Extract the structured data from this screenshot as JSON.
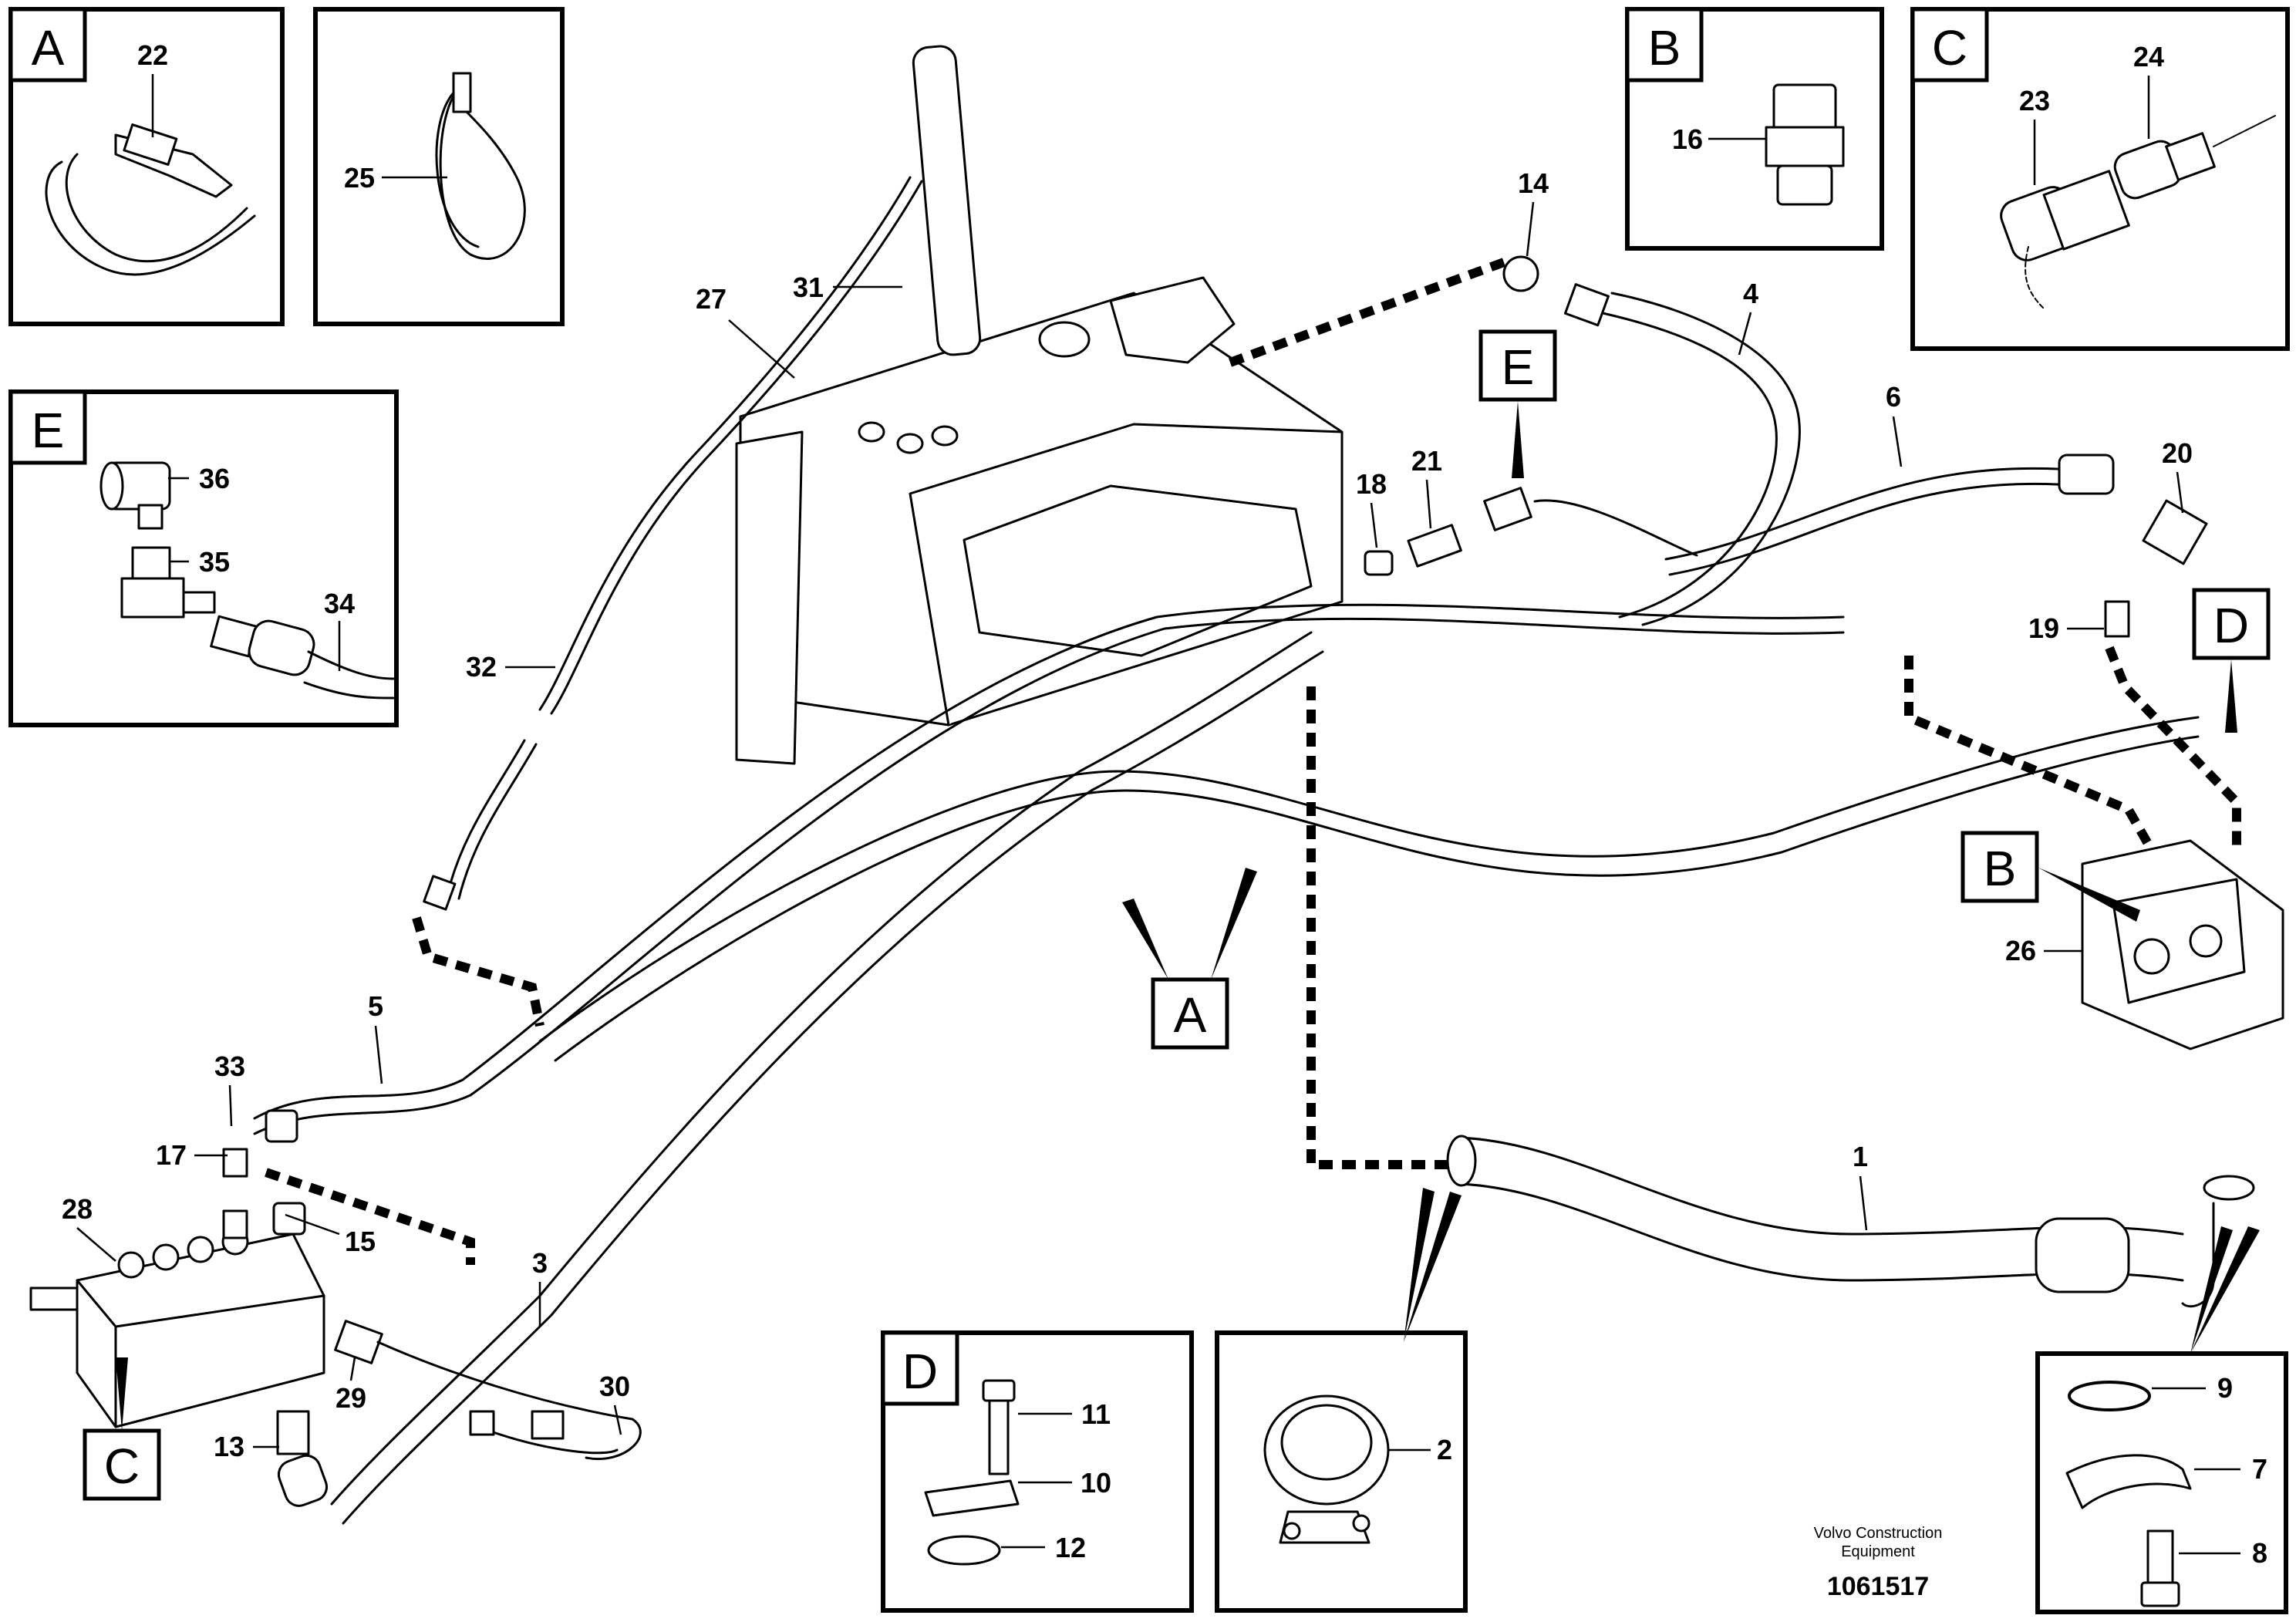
{
  "detail_views": [
    {
      "letter": "A",
      "parts": [
        "22",
        "25"
      ]
    },
    {
      "letter": "B",
      "parts": [
        "16"
      ]
    },
    {
      "letter": "C",
      "parts": [
        "23",
        "24"
      ]
    },
    {
      "letter": "E",
      "parts": [
        "36",
        "35",
        "34"
      ]
    },
    {
      "letter": "D",
      "parts": [
        "11",
        "10",
        "12"
      ]
    },
    {
      "letter": "",
      "parts": [
        "2"
      ]
    },
    {
      "letter": "",
      "parts": [
        "9",
        "7",
        "8"
      ]
    }
  ],
  "main_callouts": {
    "letters": [
      "E",
      "D",
      "B",
      "A",
      "C"
    ],
    "numbers": [
      "14",
      "4",
      "6",
      "20",
      "19",
      "27",
      "31",
      "18",
      "21",
      "32",
      "26",
      "5",
      "33",
      "17",
      "28",
      "15",
      "1",
      "3",
      "29",
      "30",
      "13"
    ]
  },
  "credit": {
    "line1": "Volvo Construction",
    "line2": "Equipment",
    "doc_number": "1061517"
  }
}
